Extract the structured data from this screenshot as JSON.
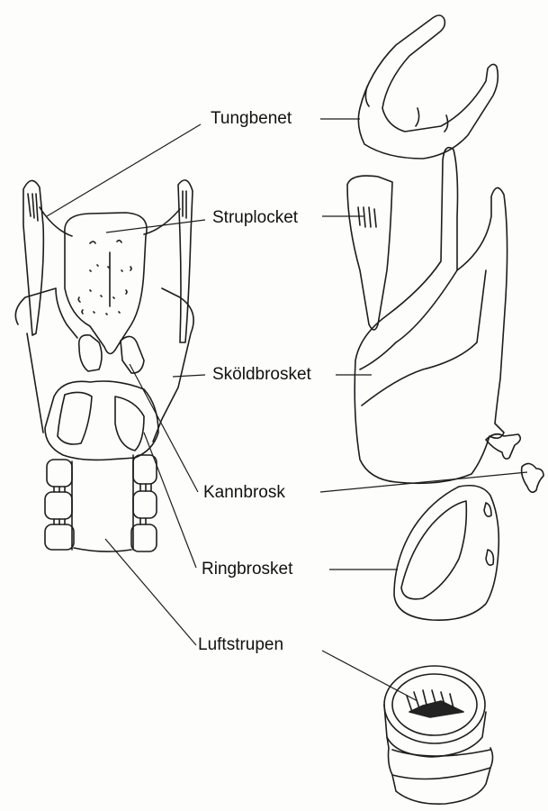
{
  "labels": {
    "tungbenet": "Tungbenet",
    "struplocket": "Struplocket",
    "skoldbrosket": "Sköldbrosket",
    "kannbrosk": "Kannbrosk",
    "ringbrosket": "Ringbrosket",
    "luftstrupen": "Luftstrupen"
  }
}
